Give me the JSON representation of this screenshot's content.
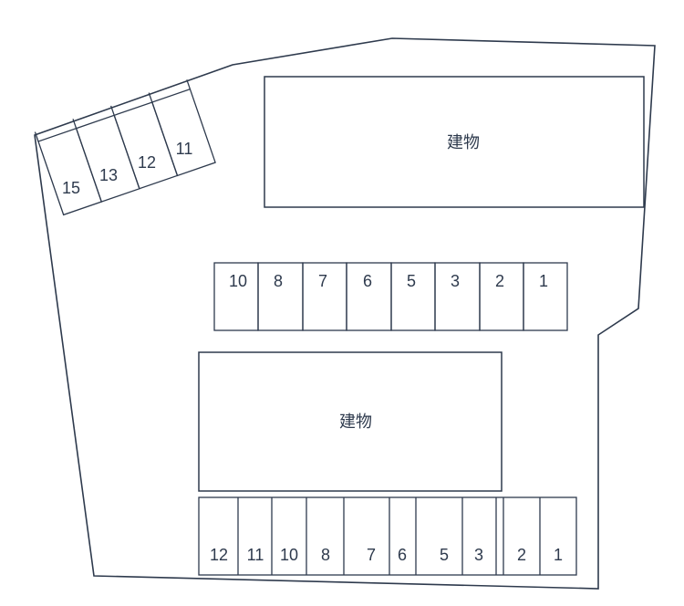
{
  "diagram": {
    "title": "parking-lot-layout",
    "colors": {
      "line": "#2e3a4d",
      "background": "#ffffff"
    },
    "building_top": {
      "label": "建物"
    },
    "building_bottom": {
      "label": "建物"
    },
    "angled_row": {
      "stalls": [
        "15",
        "13",
        "12",
        "11"
      ]
    },
    "middle_row": {
      "stalls": [
        "10",
        "8",
        "7",
        "6",
        "5",
        "3",
        "2",
        "1"
      ]
    },
    "bottom_row": {
      "stalls": [
        "12",
        "11",
        "10",
        "8",
        "7",
        "6",
        "5",
        "3",
        "2",
        "1"
      ]
    }
  }
}
